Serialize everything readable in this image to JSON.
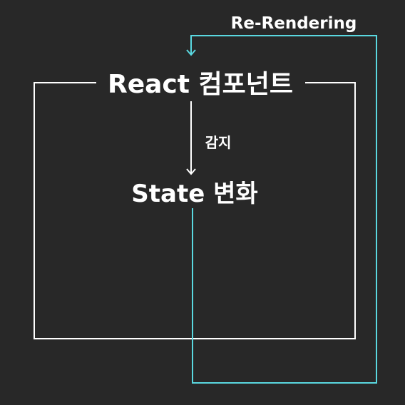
{
  "diagram": {
    "component_label": "React 컴포넌트",
    "state_label": "State 변화",
    "detect_label": "감지",
    "rerender_label": "Re-Rendering",
    "colors": {
      "background": "#282828",
      "box_stroke": "#ffffff",
      "loop_stroke": "#5ad8e0",
      "text": "#ffffff"
    }
  }
}
